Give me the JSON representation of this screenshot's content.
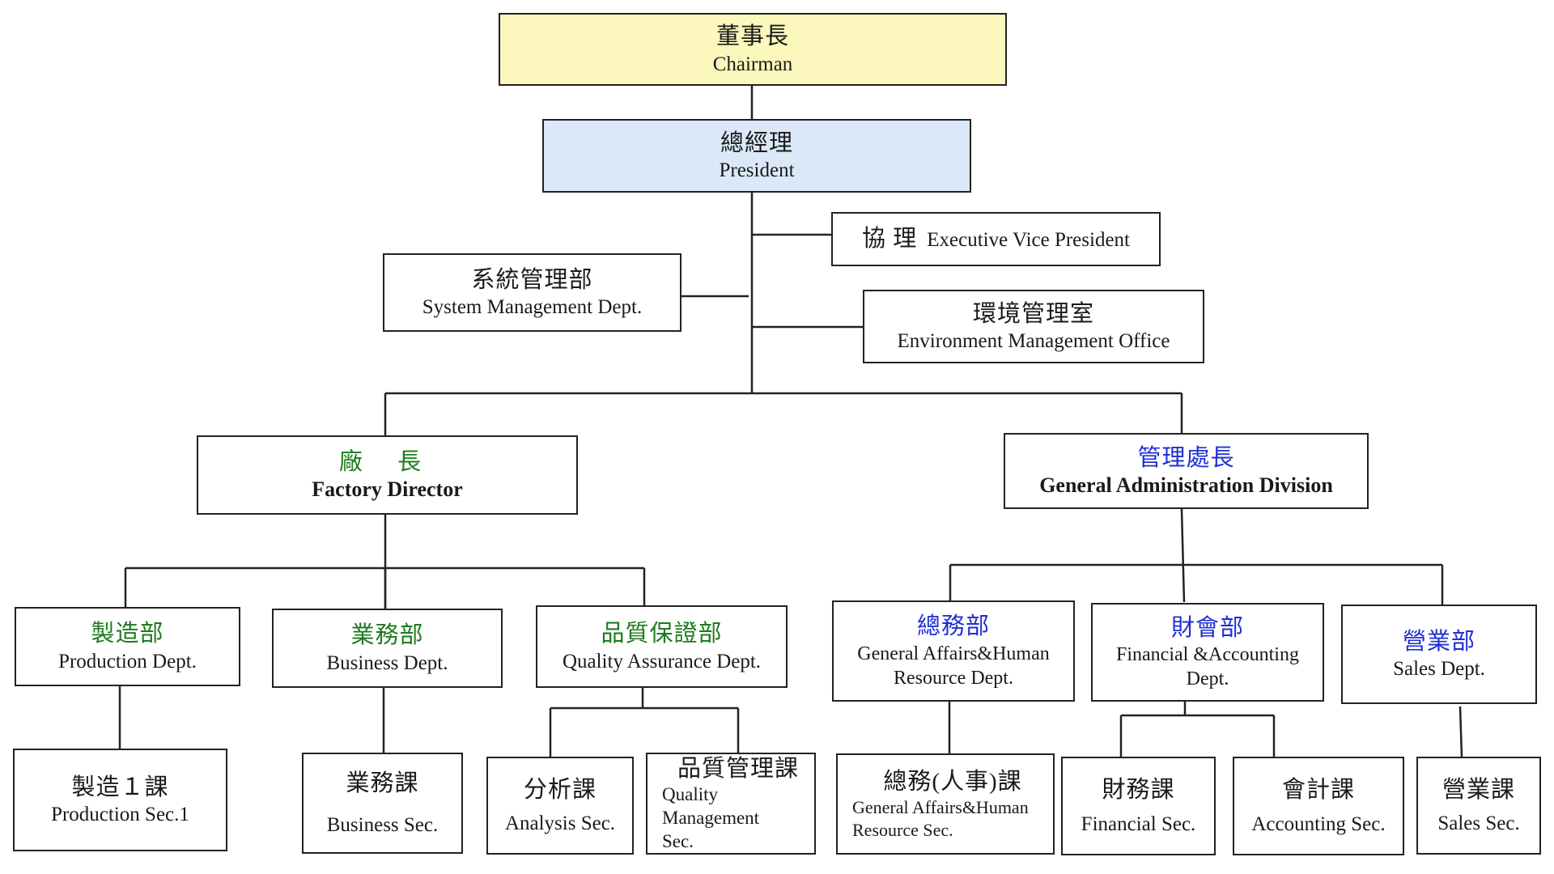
{
  "colors": {
    "chairman_fill": "#fbf7bd",
    "president_fill": "#dbe8f7",
    "factory_green": "#1e7a1e",
    "admin_blue": "#1f2fd6"
  },
  "chairman": {
    "zh": "董事長",
    "en": "Chairman"
  },
  "president": {
    "zh": "總經理",
    "en": "President"
  },
  "evp": {
    "zh": "協 理",
    "en": "Executive Vice President"
  },
  "system_mgmt": {
    "zh": "系統管理部",
    "en": "System Management Dept."
  },
  "env_mgmt": {
    "zh": "環境管理室",
    "en": "Environment Management Office"
  },
  "factory_director": {
    "zh": "廠 長",
    "en": "Factory Director"
  },
  "general_admin": {
    "zh": "管理處長",
    "en": "General Administration Division"
  },
  "production_dept": {
    "zh": "製造部",
    "en": "Production Dept."
  },
  "business_dept": {
    "zh": "業務部",
    "en": "Business Dept."
  },
  "qa_dept": {
    "zh": "品質保證部",
    "en": "Quality Assurance Dept."
  },
  "ga_hr_dept": {
    "zh": "總務部",
    "en": "General Affairs&Human Resource Dept."
  },
  "fin_dept": {
    "zh": "財會部",
    "en": "Financial &Accounting Dept."
  },
  "sales_dept": {
    "zh": "營業部",
    "en": "Sales Dept."
  },
  "production_sec1": {
    "zh": "製造１課",
    "en": "Production Sec.1"
  },
  "business_sec": {
    "zh": "業務課",
    "en": "Business Sec."
  },
  "analysis_sec": {
    "zh": "分析課",
    "en": "Analysis Sec."
  },
  "qm_sec": {
    "zh": "品質管理課",
    "en": "Quality Management Sec."
  },
  "ga_hr_sec": {
    "zh": "總務(人事)課",
    "en": "General Affairs&Human Resource Sec."
  },
  "fin_sec": {
    "zh": "財務課",
    "en": "Financial Sec."
  },
  "acct_sec": {
    "zh": "會計課",
    "en": "Accounting Sec."
  },
  "sales_sec": {
    "zh": "營業課",
    "en": "Sales Sec."
  }
}
